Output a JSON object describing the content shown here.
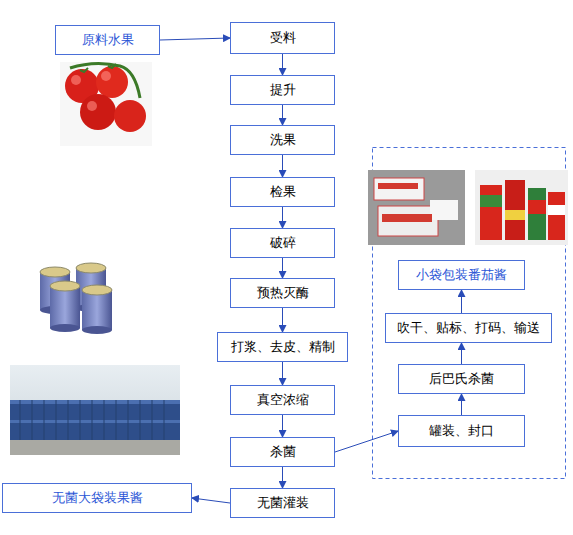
{
  "diagram": {
    "nodes": [
      {
        "text": [
          "原料水果"
        ]
      },
      {
        "text": [
          "受料"
        ]
      },
      {
        "text": [
          "提升"
        ]
      },
      {
        "text": [
          "洗果"
        ]
      },
      {
        "text": [
          "检果"
        ]
      },
      {
        "text": [
          "破碎"
        ]
      },
      {
        "text": [
          "预热灭酶"
        ]
      },
      {
        "text": [
          "打浆、去皮、精制"
        ]
      },
      {
        "text": [
          "真空浓缩"
        ]
      },
      {
        "text": [
          "杀菌"
        ]
      },
      {
        "text": [
          "无菌灌装"
        ]
      },
      {
        "text": [
          "无菌大袋装果酱"
        ]
      },
      {
        "text": [
          "小袋包装番茄酱"
        ]
      },
      {
        "text": [
          "吹干、贴标、打码、输送"
        ]
      },
      {
        "text": [
          "后巴氏杀菌"
        ]
      },
      {
        "text": [
          "罐装、封口"
        ]
      }
    ],
    "edges": [
      {
        "from": 0,
        "to": 1,
        "arrow": "to"
      },
      {
        "from": 1,
        "to": 2,
        "arrow": "to"
      },
      {
        "from": 2,
        "to": 3,
        "arrow": "to"
      },
      {
        "from": 3,
        "to": 4,
        "arrow": "to"
      },
      {
        "from": 4,
        "to": 5,
        "arrow": "to"
      },
      {
        "from": 5,
        "to": 6,
        "arrow": "to"
      },
      {
        "from": 6,
        "to": 7,
        "arrow": "to"
      },
      {
        "from": 7,
        "to": 8,
        "arrow": "to"
      },
      {
        "from": 8,
        "to": 9,
        "arrow": "to"
      },
      {
        "from": 9,
        "to": 10,
        "arrow": "to"
      },
      {
        "from": 10,
        "to": 11,
        "arrow": "to"
      },
      {
        "from": 9,
        "to": 15,
        "arrow": "to"
      },
      {
        "from": 15,
        "to": 14,
        "arrow": "to"
      },
      {
        "from": 14,
        "to": 13,
        "arrow": "to"
      },
      {
        "from": 13,
        "to": 12,
        "arrow": "to"
      }
    ]
  }
}
